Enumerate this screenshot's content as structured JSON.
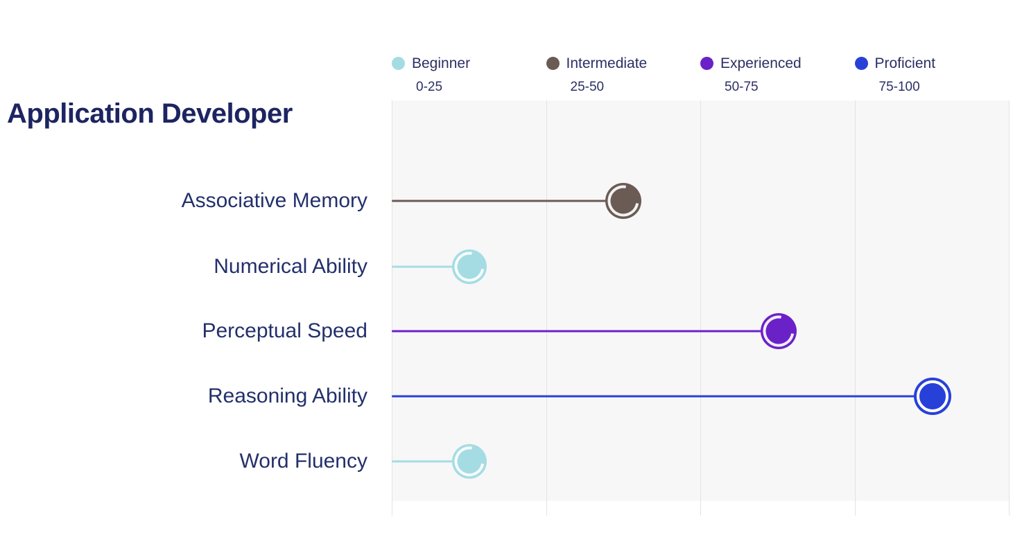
{
  "chart_title": "Application Developer",
  "legend": {
    "items": [
      {
        "label": "Beginner",
        "range": "0-25",
        "color": "#a5dce3",
        "dot": "beginner-dot"
      },
      {
        "label": "Intermediate",
        "range": "25-50",
        "color": "#6b5b55",
        "dot": "intermediate-dot"
      },
      {
        "label": "Experienced",
        "range": "50-75",
        "color": "#6b21c8",
        "dot": "experienced-dot"
      },
      {
        "label": "Proficient",
        "range": "75-100",
        "color": "#2741d8",
        "dot": "proficient-dot"
      }
    ]
  },
  "chart_data": {
    "type": "scatter",
    "title": "Application Developer",
    "xlabel": "",
    "ylabel": "",
    "xlim": [
      0,
      100
    ],
    "grid": true,
    "legend_position": "top",
    "categories": [
      "Associative Memory",
      "Numerical Ability",
      "Perceptual Speed",
      "Reasoning Ability",
      "Word Fluency"
    ],
    "values": [
      37.5,
      12.6,
      62.7,
      87.6,
      12.6
    ],
    "bands": [
      {
        "name": "Beginner",
        "range": [
          0,
          25
        ],
        "label": "0-25",
        "color": "#a5dce3"
      },
      {
        "name": "Intermediate",
        "range": [
          25,
          50
        ],
        "label": "25-50",
        "color": "#6b5b55"
      },
      {
        "name": "Experienced",
        "range": [
          50,
          75
        ],
        "label": "50-75",
        "color": "#6b21c8"
      },
      {
        "name": "Proficient",
        "range": [
          75,
          100
        ],
        "label": "75-100",
        "color": "#2741d8"
      }
    ],
    "points": [
      {
        "label": "Associative Memory",
        "value": 37.5,
        "band": "Intermediate",
        "color": "#6b5b55",
        "marker_size": 52,
        "stem_width": 3
      },
      {
        "label": "Numerical Ability",
        "value": 12.6,
        "band": "Beginner",
        "color": "#a5dce3",
        "marker_size": 50,
        "stem_width": 3
      },
      {
        "label": "Perceptual Speed",
        "value": 62.7,
        "band": "Experienced",
        "color": "#6b21c8",
        "marker_size": 52,
        "stem_width": 3
      },
      {
        "label": "Reasoning Ability",
        "value": 87.6,
        "band": "Proficient",
        "color": "#2741d8",
        "marker_size": 54,
        "stem_width": 3
      },
      {
        "label": "Word Fluency",
        "value": 12.6,
        "band": "Beginner",
        "color": "#a5dce3",
        "marker_size": 50,
        "stem_width": 3
      }
    ],
    "gridline_values": [
      0,
      25,
      50,
      75,
      100
    ]
  },
  "colors": {
    "title": "#1d2461",
    "label": "#23306b",
    "plot_background": "#f7f7f8",
    "gridline": "#e3e3e6",
    "page_background": "#ffffff"
  }
}
